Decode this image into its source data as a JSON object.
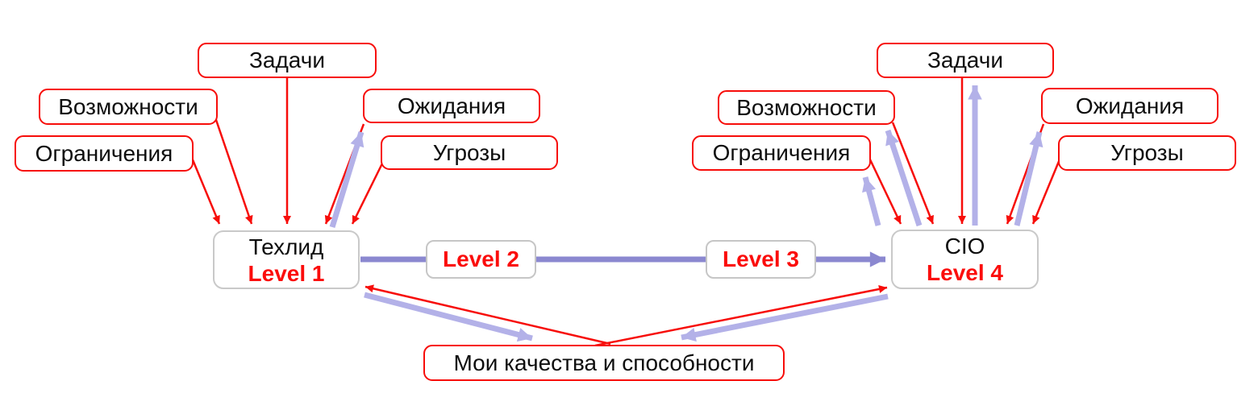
{
  "diagram": {
    "left_cluster": {
      "node": {
        "title": "Техлид",
        "level": "Level 1"
      },
      "boxes": {
        "tasks": "Задачи",
        "opportunities": "Возможности",
        "limitations": "Ограничения",
        "expectations": "Ожидания",
        "threats": "Угрозы"
      }
    },
    "right_cluster": {
      "node": {
        "title": "CIO",
        "level": "Level 4"
      },
      "boxes": {
        "tasks": "Задачи",
        "opportunities": "Возможности",
        "limitations": "Ограничения",
        "expectations": "Ожидания",
        "threats": "Угрозы"
      }
    },
    "middle": {
      "level2": "Level 2",
      "level3": "Level 3"
    },
    "bottom": {
      "label": "Мои качества и способности"
    },
    "colors": {
      "red_line": "#f70d0a",
      "lavender_arrow": "#b3b1e8",
      "purple_line": "#8b88d0",
      "node_border": "#c9c9c9",
      "level_text": "#fb0d0c"
    }
  }
}
